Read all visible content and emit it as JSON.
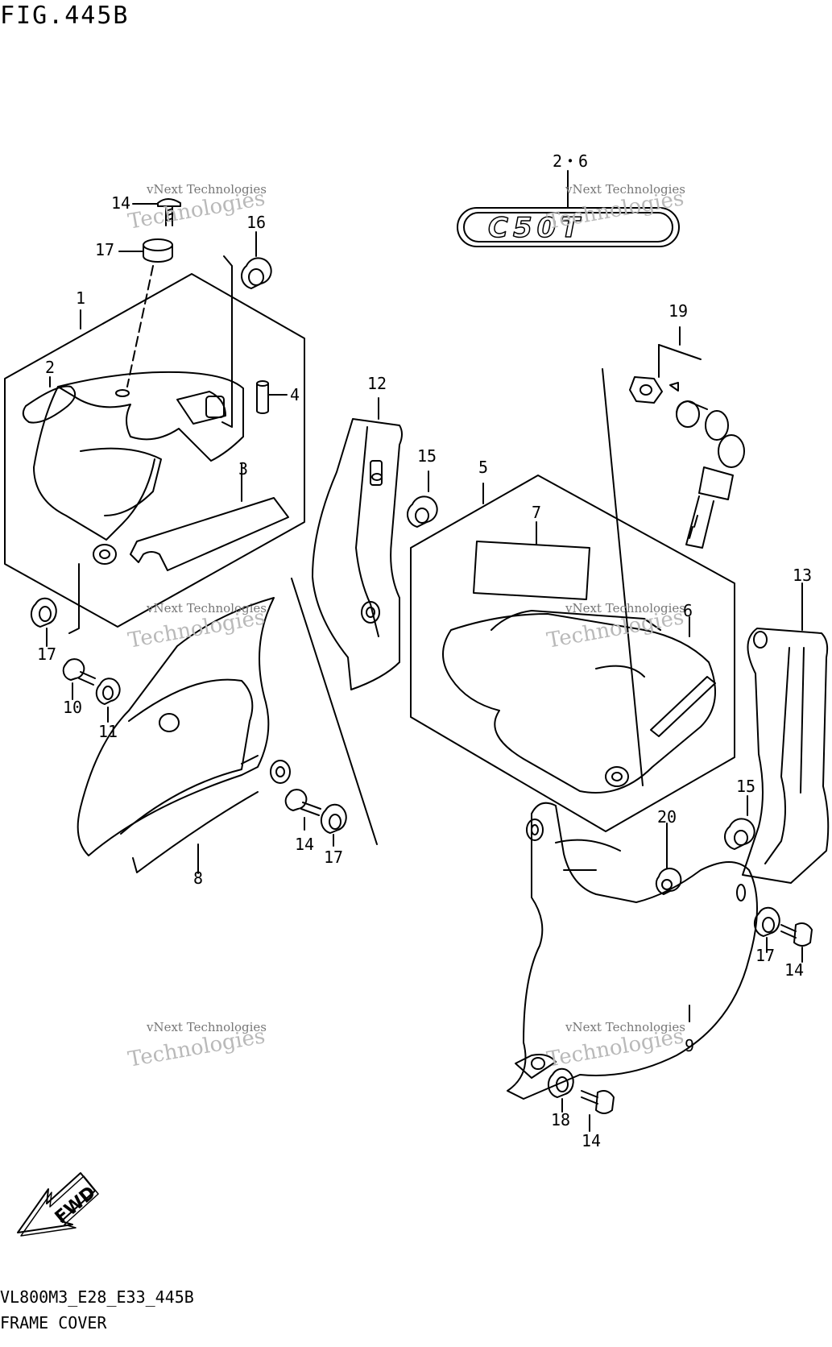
{
  "title": "FIG.445B",
  "footer_code": "VL800M3_E28_E33_445B",
  "section": "FRAME COVER",
  "fwd_label": "FWD",
  "emblem_text": "C50T",
  "watermark": {
    "line1": "vNext Technologies",
    "line2": "Technologies"
  },
  "callouts": [
    {
      "id": "c-26",
      "text": "2・6"
    },
    {
      "id": "c-14a",
      "text": "14"
    },
    {
      "id": "c-17a",
      "text": "17"
    },
    {
      "id": "c-16",
      "text": "16"
    },
    {
      "id": "c-1",
      "text": "1"
    },
    {
      "id": "c-2",
      "text": "2"
    },
    {
      "id": "c-4",
      "text": "4"
    },
    {
      "id": "c-3",
      "text": "3"
    },
    {
      "id": "c-12",
      "text": "12"
    },
    {
      "id": "c-15a",
      "text": "15"
    },
    {
      "id": "c-5",
      "text": "5"
    },
    {
      "id": "c-7",
      "text": "7"
    },
    {
      "id": "c-19",
      "text": "19"
    },
    {
      "id": "c-13",
      "text": "13"
    },
    {
      "id": "c-6",
      "text": "6"
    },
    {
      "id": "c-17b",
      "text": "17"
    },
    {
      "id": "c-10",
      "text": "10"
    },
    {
      "id": "c-11",
      "text": "11"
    },
    {
      "id": "c-8",
      "text": "8"
    },
    {
      "id": "c-14b",
      "text": "14"
    },
    {
      "id": "c-17c",
      "text": "17"
    },
    {
      "id": "c-15b",
      "text": "15"
    },
    {
      "id": "c-20",
      "text": "20"
    },
    {
      "id": "c-17d",
      "text": "17"
    },
    {
      "id": "c-14c",
      "text": "14"
    },
    {
      "id": "c-9",
      "text": "9"
    },
    {
      "id": "c-18",
      "text": "18"
    },
    {
      "id": "c-14d",
      "text": "14"
    }
  ]
}
